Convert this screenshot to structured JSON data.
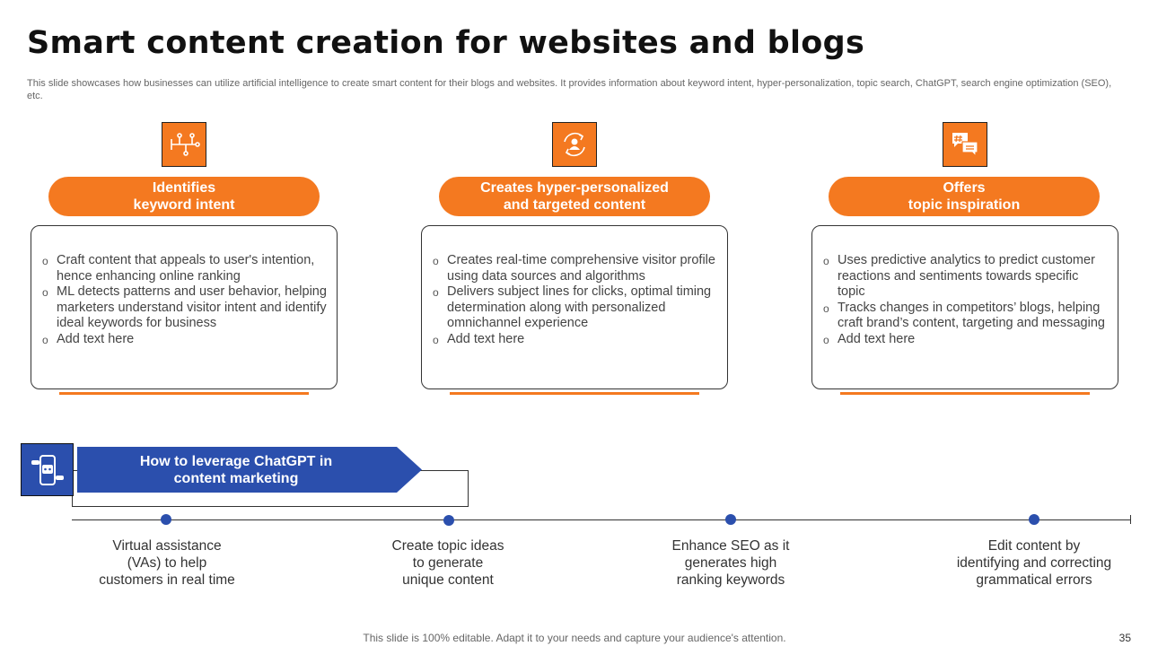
{
  "title": "Smart content creation for websites and blogs",
  "subtitle": "This slide showcases how businesses can utilize artificial intelligence to create smart content for their blogs and websites. It provides information about keyword intent, hyper-personalization, topic search, ChatGPT, search engine optimization (SEO), etc.",
  "colors": {
    "accent": "#f47920",
    "blue": "#2b4fad"
  },
  "columns": [
    {
      "icon": "network-nodes-icon",
      "heading_line1": "Identifies",
      "heading_line2": "keyword intent",
      "bullets": [
        "Craft content that appeals to user's intention, hence enhancing online ranking",
        "ML detects patterns and user behavior, helping marketers understand visitor intent and identify ideal keywords for business",
        "Add text here"
      ]
    },
    {
      "icon": "user-sync-icon",
      "heading_line1": "Creates hyper-personalized",
      "heading_line2": "and targeted content",
      "bullets": [
        "Creates real-time comprehensive visitor profile using data sources and algorithms",
        "Delivers subject lines for clicks, optimal timing determination along with personalized omnichannel experience",
        "Add text here"
      ]
    },
    {
      "icon": "chat-hashtag-icon",
      "heading_line1": "Offers",
      "heading_line2": "topic inspiration",
      "bullets": [
        "Uses predictive analytics to predict customer reactions and sentiments towards specific topic",
        "Tracks changes in competitors’ blogs, helping craft brand’s content, targeting and messaging",
        "Add text here"
      ]
    }
  ],
  "banner": {
    "icon": "chatbot-phone-icon",
    "line1": "How to leverage ChatGPT in",
    "line2": "content marketing"
  },
  "timeline": [
    {
      "line1": "Virtual assistance",
      "line2": "(VAs) to help",
      "line3": "customers in real time"
    },
    {
      "line1": "Create topic ideas",
      "line2": "to generate",
      "line3": "unique content"
    },
    {
      "line1": "Enhance SEO as it",
      "line2": "generates high",
      "line3": "ranking keywords"
    },
    {
      "line1": "Edit content by",
      "line2": "identifying and correcting",
      "line3": "grammatical errors"
    }
  ],
  "footer": "This slide is 100% editable. Adapt it to your needs and capture your audience's attention.",
  "page_number": "35"
}
